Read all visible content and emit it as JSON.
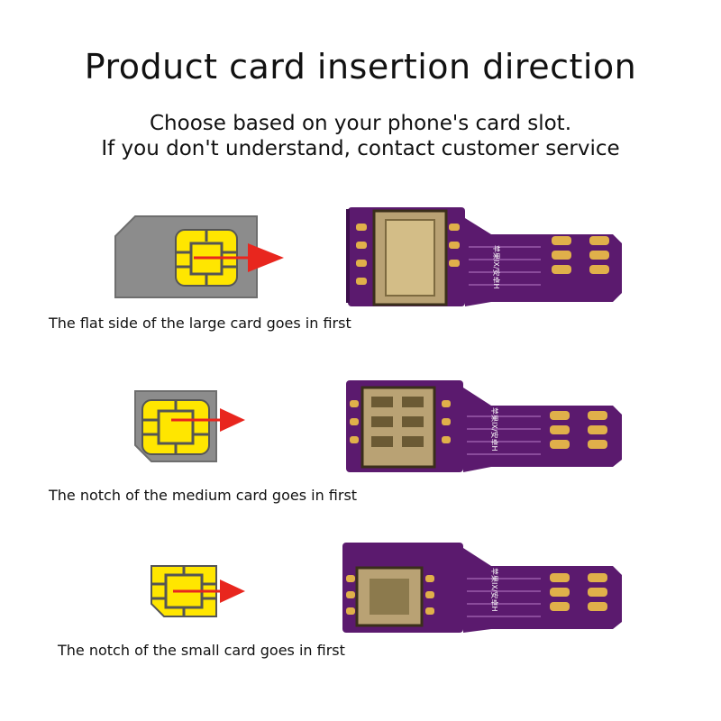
{
  "header": {
    "title": "Product card insertion direction",
    "subtitle_line1": "Choose based on your phone's card slot.",
    "subtitle_line2": "If you don't understand, contact customer service"
  },
  "rows": [
    {
      "caption": "The flat side of the large card goes in first",
      "board_label": "苹果IX/安卓H"
    },
    {
      "caption": "The notch of the medium card goes in first",
      "board_label": "苹果IX/安卓H"
    },
    {
      "caption": "The notch of the small card goes in first",
      "board_label": "苹果IX/安卓H"
    }
  ],
  "colors": {
    "board": "#5b1a6e",
    "board_dark": "#3d0f4c",
    "contact_gold": "#e0b04a",
    "chip_yellow": "#ffe600",
    "card_gray": "#8c8c8c",
    "arrow_red": "#e8261e",
    "slot_metal": "#b9a274"
  }
}
